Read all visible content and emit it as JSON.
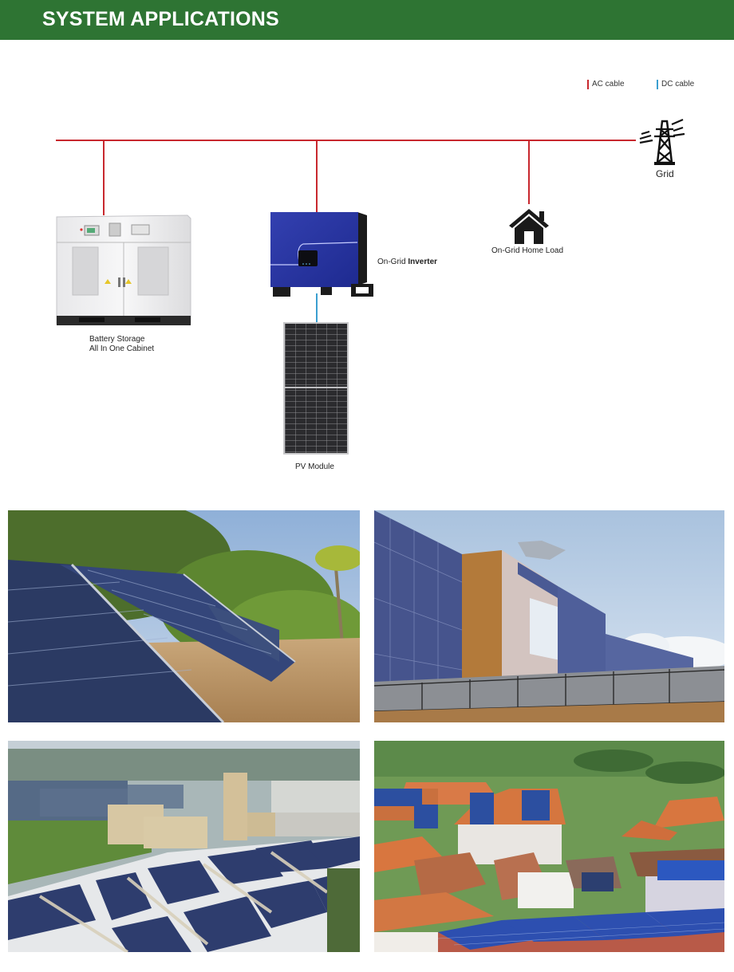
{
  "header": {
    "title": "SYSTEM APPLICATIONS",
    "background_color": "#2e7433"
  },
  "legend": {
    "ac": {
      "label": "AC cable",
      "color": "#c8282e"
    },
    "dc": {
      "label": "DC cable",
      "color": "#3b9fd0"
    }
  },
  "diagram": {
    "grid": {
      "label": "Grid",
      "icon": "power-tower-icon"
    },
    "battery": {
      "label_line1": "Battery Storage",
      "label_line2": "All In One Cabinet"
    },
    "inverter": {
      "label_prefix": "On-Grid ",
      "label_bold": "Inverter"
    },
    "home": {
      "label": "On-Grid Home Load",
      "icon": "house-icon"
    },
    "pv": {
      "label": "PV Module"
    }
  },
  "photos": [
    {
      "name": "ground-mounted-solar-array",
      "description": "Ground-mounted solar panels among tropical trees"
    },
    {
      "name": "building-facade-solar",
      "description": "Building facade with integrated solar panels"
    },
    {
      "name": "industrial-rooftop-solar",
      "description": "Factory rooftop covered with solar panels"
    },
    {
      "name": "residential-rooftop-solar",
      "description": "Village houses with rooftop solar panels"
    }
  ]
}
